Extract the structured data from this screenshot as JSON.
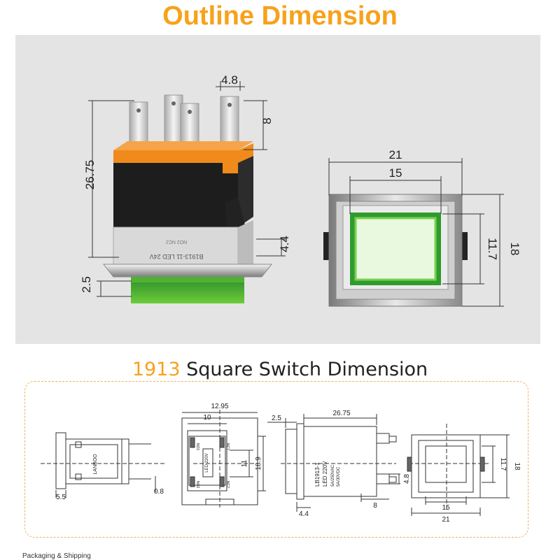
{
  "page": {
    "title": "Outline Dimension",
    "subtitle_accent": "1913",
    "subtitle_rest": "Square Switch Dimension",
    "footer": "Packaging & Shipping"
  },
  "colors": {
    "accent": "#f7a21b",
    "photo_bg": "#e4e4e4",
    "lens_green": "#2f9e2f",
    "housing_black": "#1c1c1c",
    "terminal_orange": "#f08a1a"
  },
  "photo_dims": {
    "terminal_width": "4.8",
    "terminal_height": "8",
    "body_height": "26.75",
    "bottom_gap": "4.4",
    "lens_depth": "2.5",
    "front_width": "21",
    "lens_width": "15",
    "lens_height": "11.7",
    "front_height": "18",
    "housing_text_1": "B1913-11 LED 24V",
    "housing_text_2": "NO2 NC2"
  },
  "drawing_dims": {
    "side_panel": "5.5",
    "side_pin": "0.8",
    "side_brand": "LANBOO",
    "back_width_outer": "12.95",
    "back_width_inner": "10",
    "back_inner_height": "11",
    "back_height": "18.9",
    "back_label": "LED 220V",
    "pin_labels": [
      "NO1",
      "NC1",
      "NO2",
      "NC2"
    ],
    "side2_flange": "2.5",
    "side2_length": "26.75",
    "side2_pin_height": "4.8",
    "side2_pin_len": "8",
    "side2_bottom": "4.4",
    "side2_text": [
      "LB1913-1",
      "LED 220V",
      "5A/250VAC",
      "5A/30VDC"
    ],
    "front_lens_h": "11.7",
    "front_h": "18",
    "front_lens_w": "15",
    "front_w": "21"
  }
}
